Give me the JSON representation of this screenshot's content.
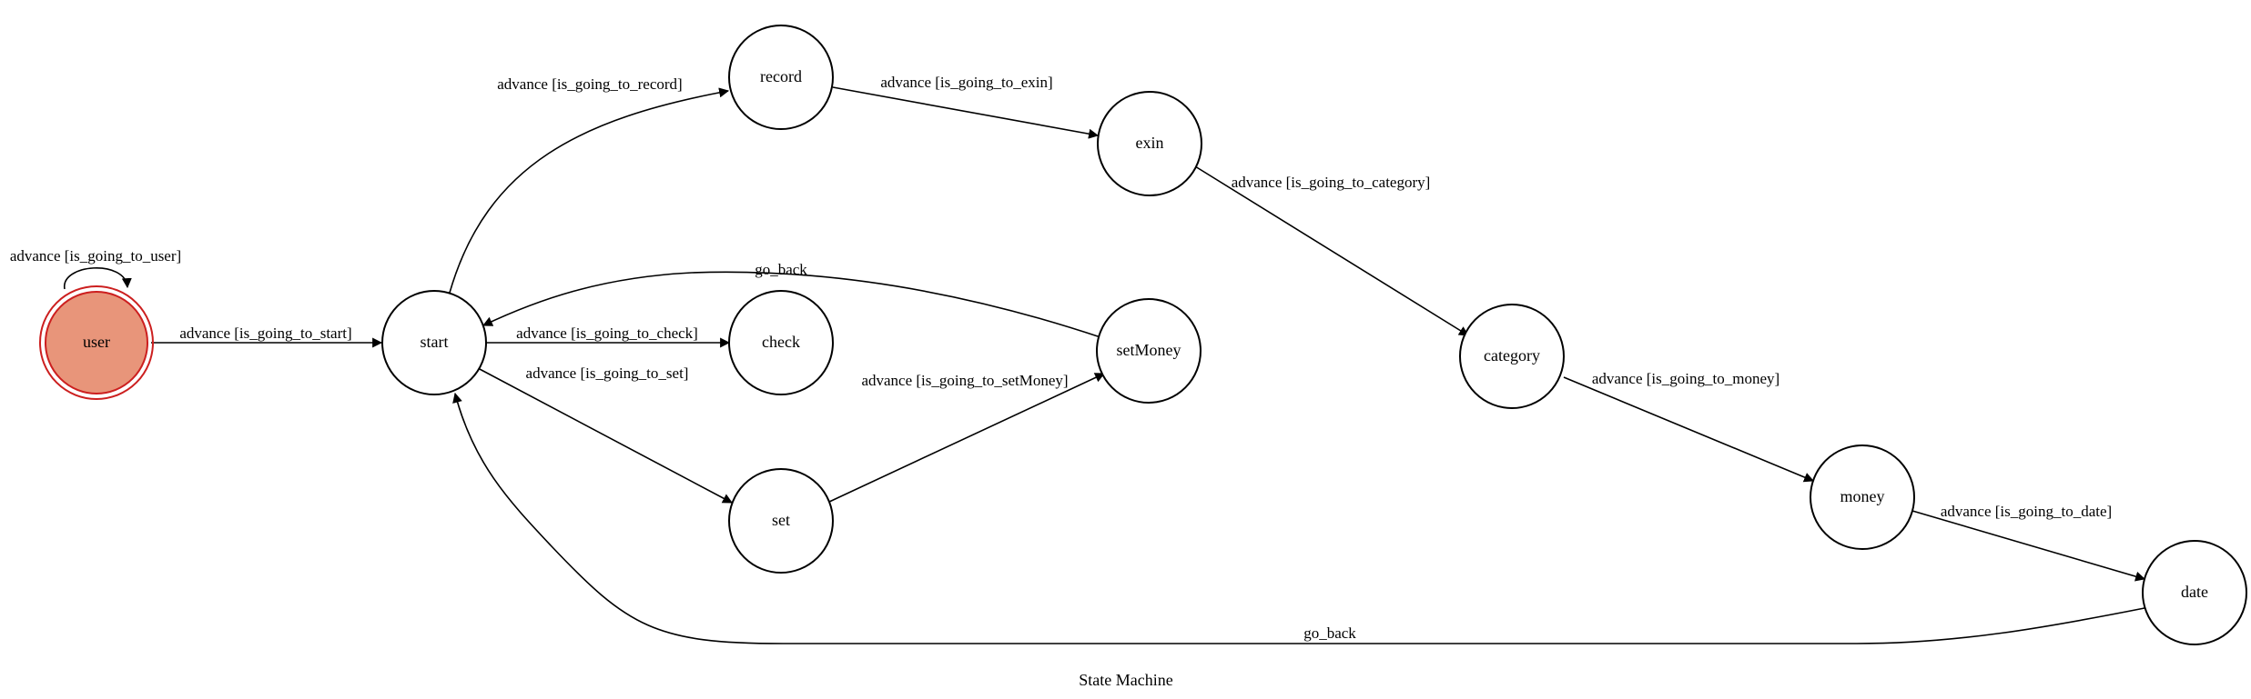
{
  "diagram": {
    "title": "State Machine",
    "colors": {
      "active_fill": "#e8957a",
      "active_stroke": "#cc1f1f",
      "default_stroke": "#000000"
    },
    "nodes": [
      {
        "id": "user",
        "label": "user",
        "active": true
      },
      {
        "id": "start",
        "label": "start"
      },
      {
        "id": "record",
        "label": "record"
      },
      {
        "id": "check",
        "label": "check"
      },
      {
        "id": "set",
        "label": "set"
      },
      {
        "id": "setMoney",
        "label": "setMoney"
      },
      {
        "id": "exin",
        "label": "exin"
      },
      {
        "id": "category",
        "label": "category"
      },
      {
        "id": "money",
        "label": "money"
      },
      {
        "id": "date",
        "label": "date"
      }
    ],
    "edges": [
      {
        "id": "user-user",
        "from": "user",
        "to": "user",
        "label": "advance [is_going_to_user]"
      },
      {
        "id": "user-start",
        "from": "user",
        "to": "start",
        "label": "advance [is_going_to_start]"
      },
      {
        "id": "start-record",
        "from": "start",
        "to": "record",
        "label": "advance [is_going_to_record]"
      },
      {
        "id": "record-exin",
        "from": "record",
        "to": "exin",
        "label": "advance [is_going_to_exin]"
      },
      {
        "id": "exin-category",
        "from": "exin",
        "to": "category",
        "label": "advance [is_going_to_category]"
      },
      {
        "id": "setMoney-start",
        "from": "setMoney",
        "to": "start",
        "label": "go_back"
      },
      {
        "id": "start-check",
        "from": "start",
        "to": "check",
        "label": "advance [is_going_to_check]"
      },
      {
        "id": "start-set",
        "from": "start",
        "to": "set",
        "label": "advance [is_going_to_set]"
      },
      {
        "id": "set-setMoney",
        "from": "set",
        "to": "setMoney",
        "label": "advance [is_going_to_setMoney]"
      },
      {
        "id": "category-money",
        "from": "category",
        "to": "money",
        "label": "advance [is_going_to_money]"
      },
      {
        "id": "money-date",
        "from": "money",
        "to": "date",
        "label": "advance [is_going_to_date]"
      },
      {
        "id": "date-start",
        "from": "date",
        "to": "start",
        "label": "go_back"
      }
    ]
  }
}
